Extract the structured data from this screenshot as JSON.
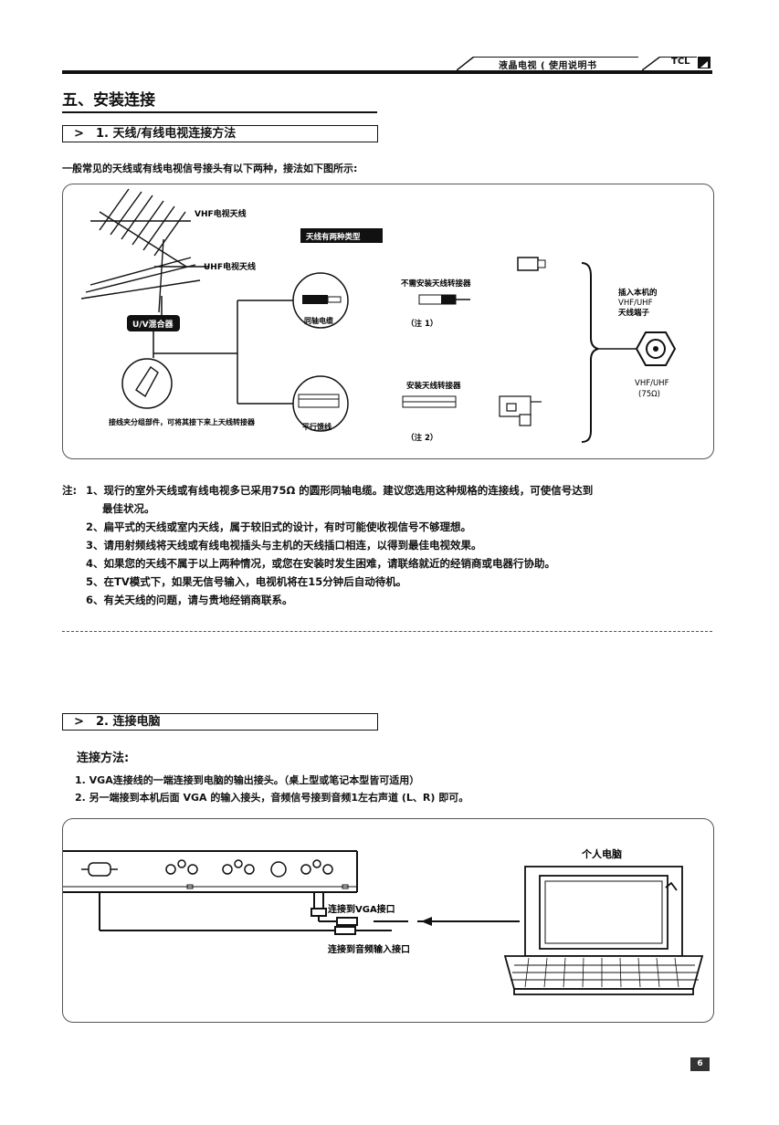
{
  "header": {
    "running_title": "液晶电视 ( 使用说明书",
    "brand": "TCL"
  },
  "section": {
    "title": "五、安装连接"
  },
  "sub1": {
    "arrow": ">",
    "label": "1. 天线/有线电视连接方法"
  },
  "intro": "一般常见的天线或有线电视信号接头有以下两种，接法如下图所示:",
  "diagram1": {
    "vhf_label": "VHF电视天线",
    "uhf_label": "UHF电视天线",
    "connection_label": "天线有两种类型",
    "uv_label": "U/V混合器",
    "coax_label": "同轴电缆",
    "parallel_label": "平行馈线",
    "adapter_hint": "接线夹分组部件，可将其接下来上天线转接器",
    "no_adapter": "不需安装天线转接器",
    "note1": "（注 1）",
    "need_adapter": "安装天线转接器",
    "note2": "（注 2）",
    "plug_into": "插入本机的",
    "port_type": "VHF/UHF",
    "port_label": "天线端子",
    "port_type2": "VHF/UHF",
    "impedance": "(75Ω)"
  },
  "notes": {
    "prefix": "注:",
    "items": [
      "1、现行的室外天线或有线电视多已采用75Ω 的圆形同轴电缆。建议您选用这种规格的连接线，可使信号达到",
      "最佳状况。",
      "2、扁平式的天线或室内天线，属于较旧式的设计，有时可能使收视信号不够理想。",
      "3、请用射频线将天线或有线电视插头与主机的天线插口相连，以得到最佳电视效果。",
      "4、如果您的天线不属于以上两种情况，或您在安装时发生困难，请联络就近的经销商或电器行协助。",
      "5、在TV模式下，如果无信号输入，电视机将在15分钟后自动待机。",
      "6、有关天线的问题，请与贵地经销商联系。"
    ]
  },
  "sub2": {
    "arrow": ">",
    "label": "2. 连接电脑"
  },
  "method": {
    "title": "连接方法:",
    "steps": [
      "1. VGA连接线的一端连接到电脑的输出接头。（桌上型或笔记本型皆可适用）",
      "2. 另一端接到本机后面 VGA 的输入接头，音频信号接到音频1左右声道 (L、R) 即可。"
    ]
  },
  "diagram2": {
    "pc_label": "个人电脑",
    "vga_label": "连接到VGA接口",
    "audio_label": "连接到音频输入接口"
  },
  "page_number": "6"
}
